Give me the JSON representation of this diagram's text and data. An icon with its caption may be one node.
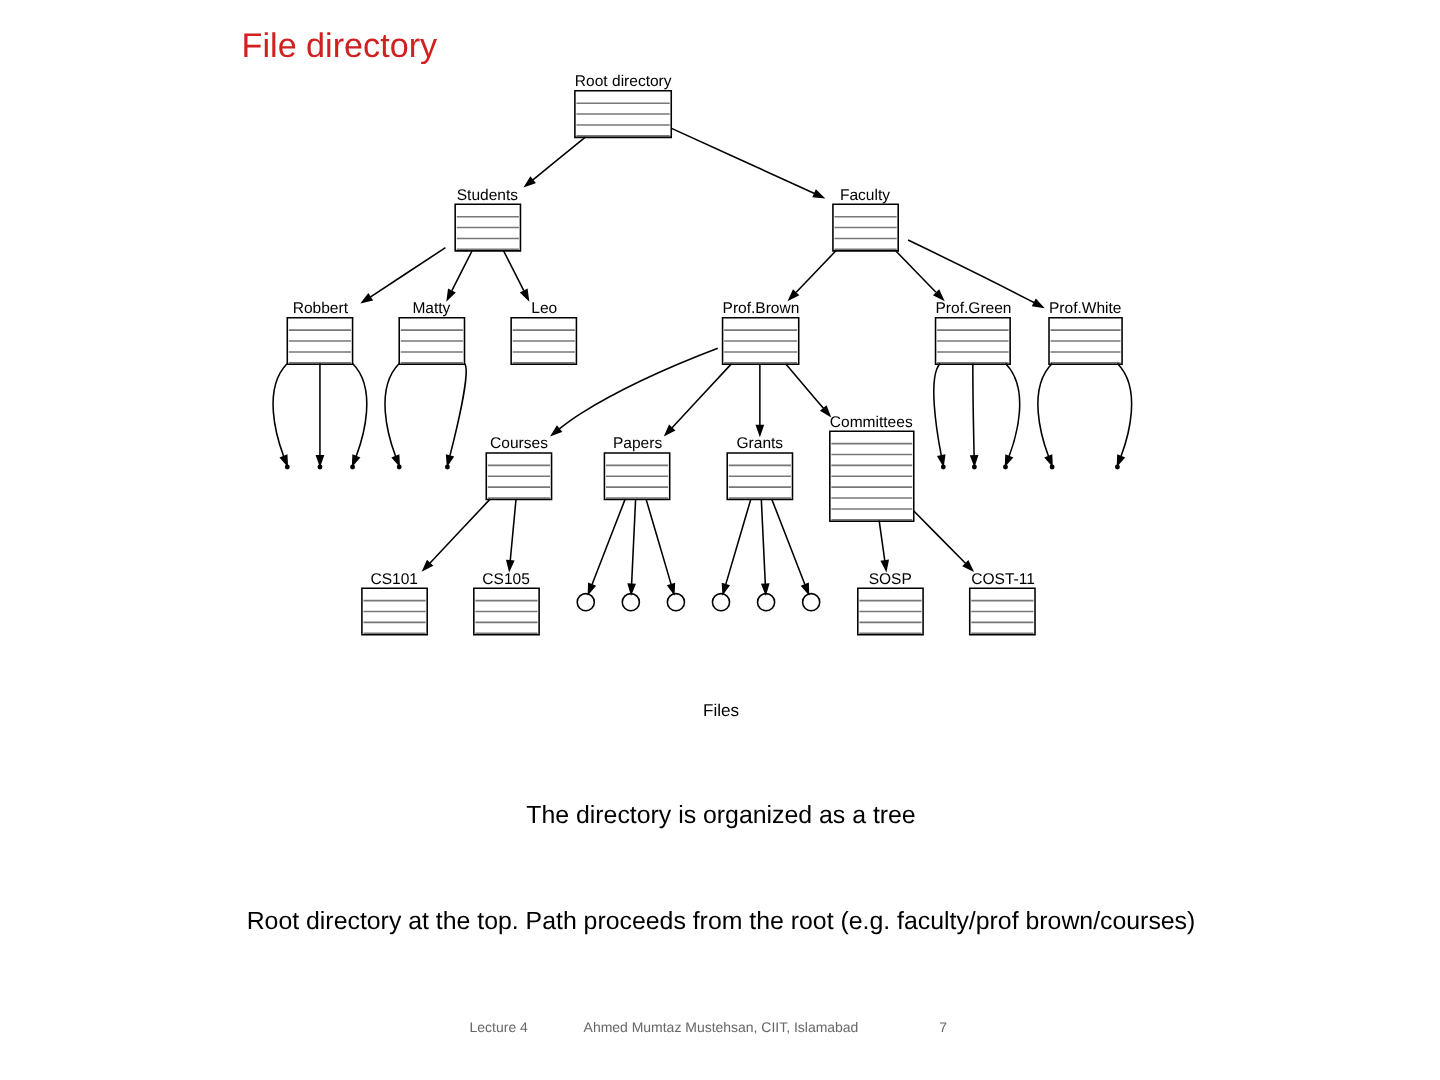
{
  "diagram": {
    "title": "File directory",
    "nodes": [
      {
        "text": [
          "Root directory"
        ]
      },
      {
        "text": [
          "Students"
        ]
      },
      {
        "text": [
          "Faculty"
        ]
      },
      {
        "text": [
          "Robbert"
        ]
      },
      {
        "text": [
          "Matty"
        ]
      },
      {
        "text": [
          "Leo"
        ]
      },
      {
        "text": [
          "Prof.Brown"
        ]
      },
      {
        "text": [
          "Prof.Green"
        ]
      },
      {
        "text": [
          "Prof.White"
        ]
      },
      {
        "text": [
          "Courses"
        ]
      },
      {
        "text": [
          "Papers"
        ]
      },
      {
        "text": [
          "Grants"
        ]
      },
      {
        "text": [
          "Committees"
        ]
      },
      {
        "text": [
          "CS101"
        ]
      },
      {
        "text": [
          "CS105"
        ]
      },
      {
        "text": [],
        "shape": "circle"
      },
      {
        "text": [],
        "shape": "circle"
      },
      {
        "text": [],
        "shape": "circle"
      },
      {
        "text": [],
        "shape": "circle"
      },
      {
        "text": [],
        "shape": "circle"
      },
      {
        "text": [],
        "shape": "circle"
      },
      {
        "text": [
          "SOSP"
        ]
      },
      {
        "text": [
          "COST-11"
        ]
      }
    ],
    "edges": [
      {
        "from": 0,
        "to": 1,
        "arrow": "to"
      },
      {
        "from": 0,
        "to": 2,
        "arrow": "to"
      },
      {
        "from": 1,
        "to": 3,
        "arrow": "to"
      },
      {
        "from": 1,
        "to": 4,
        "arrow": "to"
      },
      {
        "from": 1,
        "to": 5,
        "arrow": "to"
      },
      {
        "from": 2,
        "to": 6,
        "arrow": "to"
      },
      {
        "from": 2,
        "to": 7,
        "arrow": "to"
      },
      {
        "from": 2,
        "to": 8,
        "arrow": "to"
      },
      {
        "from": 3,
        "to": null,
        "arrow": "to"
      },
      {
        "from": 3,
        "to": null,
        "arrow": "to"
      },
      {
        "from": 3,
        "to": null,
        "arrow": "to"
      },
      {
        "from": 4,
        "to": null,
        "arrow": "to"
      },
      {
        "from": 4,
        "to": null,
        "arrow": "to"
      },
      {
        "from": 7,
        "to": null,
        "arrow": "to"
      },
      {
        "from": 7,
        "to": null,
        "arrow": "to"
      },
      {
        "from": 7,
        "to": null,
        "arrow": "to"
      },
      {
        "from": 8,
        "to": null,
        "arrow": "to"
      },
      {
        "from": 8,
        "to": null,
        "arrow": "to"
      },
      {
        "from": 6,
        "to": 9,
        "arrow": "to"
      },
      {
        "from": 6,
        "to": 10,
        "arrow": "to"
      },
      {
        "from": 6,
        "to": 11,
        "arrow": "to"
      },
      {
        "from": 6,
        "to": 12,
        "arrow": "to"
      },
      {
        "from": 9,
        "to": 13,
        "arrow": "to"
      },
      {
        "from": 9,
        "to": 14,
        "arrow": "to"
      },
      {
        "from": 10,
        "to": 15,
        "arrow": "to"
      },
      {
        "from": 10,
        "to": 16,
        "arrow": "to"
      },
      {
        "from": 10,
        "to": 17,
        "arrow": "to"
      },
      {
        "from": 11,
        "to": 18,
        "arrow": "to"
      },
      {
        "from": 11,
        "to": 19,
        "arrow": "to"
      },
      {
        "from": 11,
        "to": 20,
        "arrow": "to"
      },
      {
        "from": 12,
        "to": 21,
        "arrow": "to"
      },
      {
        "from": 12,
        "to": 22,
        "arrow": "to"
      }
    ],
    "labels": [
      "Files",
      "The directory is organized as a tree",
      "Root directory at the top. Path proceeds from the root (e.g. faculty/prof brown/courses)",
      "Lecture 4",
      "Ahmed Mumtaz Mustehsan, CIIT, Islamabad",
      "7"
    ]
  }
}
